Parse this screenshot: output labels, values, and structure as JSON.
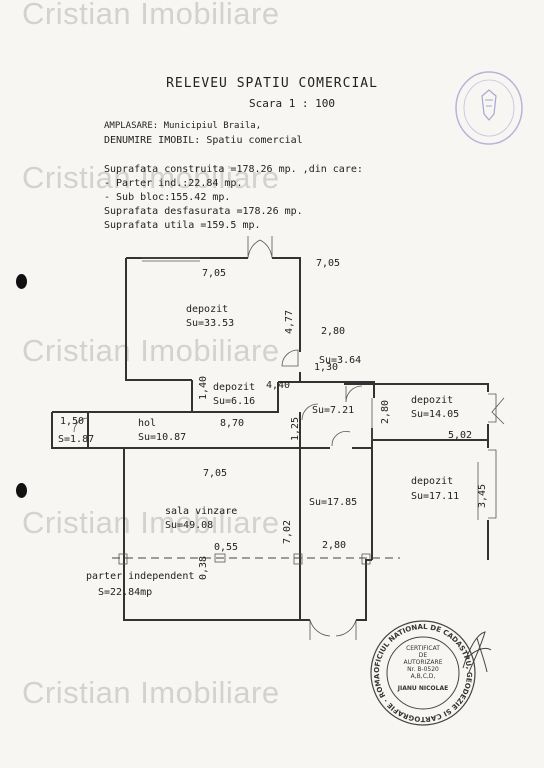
{
  "watermark": {
    "text": "Cristian Imobiliare"
  },
  "header": {
    "title": "RELEVEU SPATIU COMERCIAL",
    "scale": "Scara 1 : 100",
    "location": "AMPLASARE: Municipiul Braila,",
    "name": "DENUMIRE IMOBIL: Spatiu comercial"
  },
  "areas": [
    "Suprafata construita =178.26 mp. ,din care:",
    "- Parter ind.:22.84 mp.",
    "- Sub bloc:155.42 mp.",
    "Suprafata desfasurata =178.26 mp.",
    "Suprafata utila =159.5 mp."
  ],
  "rooms": {
    "depozit1": {
      "name": "depozit",
      "area": "Su=33.53"
    },
    "depozit2": {
      "name": "depozit",
      "area": "Su=6.16"
    },
    "depozit3": {
      "name": "depozit",
      "area": "Su=14.05"
    },
    "depozit4": {
      "name": "depozit",
      "area": "Su=17.11"
    },
    "hol": {
      "name": "hol",
      "area": "Su=10.87"
    },
    "sala": {
      "name": "sala vinzare",
      "area": "Su=49.08"
    },
    "small": {
      "area": "Su=3.64"
    },
    "corridor": {
      "area": "Su=7.21"
    },
    "center": {
      "area": "Su=17.85"
    },
    "wc": {
      "area": "S=1.87"
    },
    "parter": {
      "name": "parter independent",
      "area": "S=22.84mp"
    }
  },
  "dims": {
    "d1": "7,05",
    "d2": "7,05",
    "d3": "4,77",
    "d4": "2,80",
    "d5": "1,30",
    "d6": "1,40",
    "d7": "4,40",
    "d8": "2,80",
    "d9": "1,50",
    "d10": "8,70",
    "d11": "1,25",
    "d12": "5,02",
    "d13": "7,05",
    "d14": "3,45",
    "d15": "7,02",
    "d16": "2,80",
    "d17": "0,55",
    "d18": "0,38"
  },
  "stamp": {
    "ring": "OFICIUL NATIONAL DE CADASTRU, GEODEZIE SI CARTOGRAFIE · ROMANIA ·",
    "l1": "CERTIFICAT",
    "l2": "DE",
    "l3": "AUTORIZARE",
    "l4": "Nr. B-0520",
    "l5": "A,B,C,D,",
    "l6": "JIANU NICOLAE"
  }
}
